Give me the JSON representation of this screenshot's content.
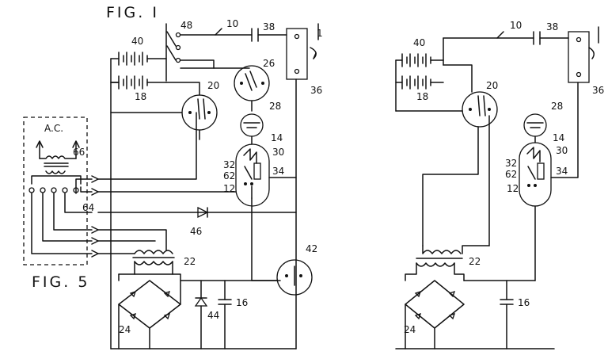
{
  "figures": {
    "fig1_title": "FIG. I",
    "fig5_title": "FIG. 5",
    "ac_label": "A.C."
  },
  "fig1": {
    "ref_10": "10",
    "ref_38": "38",
    "ref_48": "48",
    "ref_40": "40",
    "ref_18": "18",
    "ref_26": "26",
    "ref_20": "20",
    "ref_28": "28",
    "ref_14": "14",
    "ref_32": "32",
    "ref_30": "30",
    "ref_62": "62",
    "ref_34": "34",
    "ref_12": "12",
    "ref_36": "36",
    "ref_66": "66",
    "ref_64": "64",
    "ref_46": "46",
    "ref_22": "22",
    "ref_42": "42",
    "ref_16": "16",
    "ref_44": "44",
    "ref_24": "24",
    "ref_1": "1"
  },
  "fig2": {
    "ref_10": "10",
    "ref_38": "38",
    "ref_40": "40",
    "ref_18": "18",
    "ref_20": "20",
    "ref_28": "28",
    "ref_14": "14",
    "ref_30": "30",
    "ref_32": "32",
    "ref_62": "62",
    "ref_34": "34",
    "ref_12": "12",
    "ref_36": "36",
    "ref_22": "22",
    "ref_16": "16",
    "ref_24": "24"
  }
}
